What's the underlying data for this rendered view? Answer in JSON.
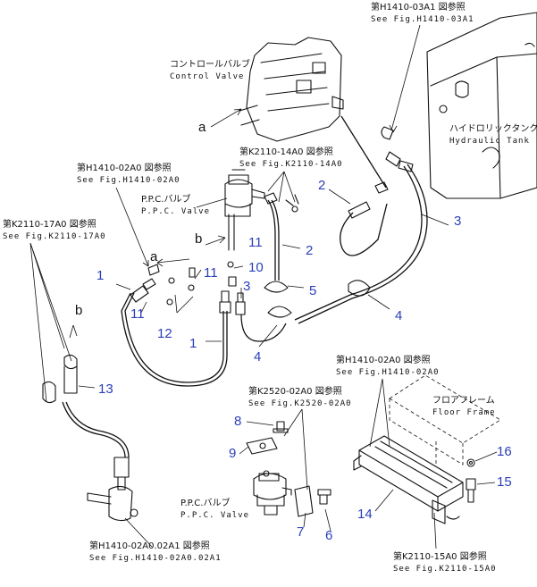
{
  "refs": {
    "hydraulic_tank": {
      "ref_jp": "第H1410-03A1 図参照",
      "ref_en": "See Fig.H1410-03A1",
      "name_jp": "ハイドロリックタンク",
      "name_en": "Hydraulic Tank"
    },
    "control_valve": {
      "name_jp": "コントロールバルブ",
      "name_en": "Control Valve"
    },
    "ppc_valve_top": {
      "ref_jp": "第K2110-14A0 図参照",
      "ref_en": "See Fig.K2110-14A0",
      "name_jp": "P.P.C.バルブ",
      "name_en": "P.P.C. Valve"
    },
    "h1410_left": {
      "ref_jp": "第H1410-02A0 図参照",
      "ref_en": "See Fig.H1410-02A0"
    },
    "k2110_17": {
      "ref_jp": "第K2110-17A0 図参照",
      "ref_en": "See Fig.K2110-17A0"
    },
    "h1410_right": {
      "ref_jp": "第H1410-02A0 図参照",
      "ref_en": "See Fig.H1410-02A0"
    },
    "floor_frame": {
      "name_jp": "フロアフレーム",
      "name_en": "Floor Frame"
    },
    "k2520": {
      "ref_jp": "第K2520-02A0 図参照",
      "ref_en": "See Fig.K2520-02A0"
    },
    "ppc_valve_bottom": {
      "name_jp": "P.P.C.バルブ",
      "name_en": "P.P.C. Valve"
    },
    "h1410_bottom": {
      "ref_jp": "第H1410-02A0.02A1 図参照",
      "ref_en": "See Fig.H1410-02A0.02A1"
    },
    "k2110_15": {
      "ref_jp": "第K2110-15A0 図参照",
      "ref_en": "See Fig.K2110-15A0"
    }
  },
  "callouts": {
    "a_top": "a",
    "b_mid": "b",
    "b_left": "b",
    "a_mid": "a",
    "n1_top": "1",
    "n1_bottom": "1",
    "n2_top": "2",
    "n2_mid": "2",
    "n3_right": "3",
    "n3_mid": "3",
    "n4_right": "4",
    "n4_mid": "4",
    "n5": "5",
    "n6": "6",
    "n7": "7",
    "n8": "8",
    "n9": "9",
    "n10": "10",
    "n11_a": "11",
    "n11_b": "11",
    "n11_c": "11",
    "n12": "12",
    "n13": "13",
    "n14": "14",
    "n15": "15",
    "n16": "16"
  },
  "colors": {
    "callout_number": "#2a3fb8",
    "line": "#111111",
    "background": "#ffffff"
  }
}
